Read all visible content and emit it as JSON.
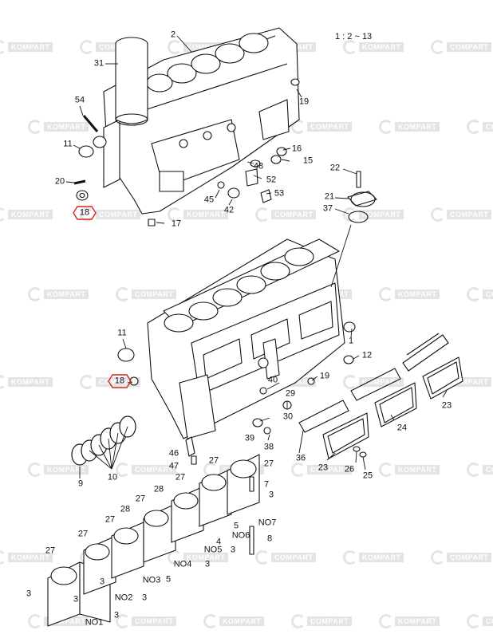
{
  "scale": "1 : 2 ~ 13",
  "watermark": "KOMPART",
  "watermark_alt": "COMPART",
  "highlight_color": "#d9241b",
  "line_color": "#111111",
  "top_labels": {
    "l2": "2",
    "l31": "31",
    "l54": "54",
    "l19a": "19",
    "l11a": "11",
    "l16": "16",
    "l48": "48",
    "l15": "15",
    "l52": "52",
    "l53": "53",
    "l20": "20",
    "l18a": "18",
    "l45": "45",
    "l42": "42",
    "l17": "17",
    "l22": "22",
    "l21": "21",
    "l37": "37"
  },
  "mid_labels": {
    "l11b": "11",
    "l18b": "18",
    "l1": "1",
    "l12": "12",
    "l19b": "19",
    "l40": "40",
    "l29": "29",
    "l30": "30",
    "l39": "39",
    "l38": "38",
    "l23a": "23",
    "l23b": "23",
    "l24": "24",
    "l36": "36",
    "l26": "26",
    "l25": "25",
    "l9": "9",
    "l10": "10",
    "l46": "46",
    "l47": "47"
  },
  "bottom_labels": {
    "l27a": "27",
    "l27b": "27",
    "l27c": "27",
    "l27d": "27",
    "l27e": "27",
    "l27f": "27",
    "l27g": "27",
    "l28a": "28",
    "l28b": "28",
    "l7": "7",
    "l3a": "3",
    "l3b": "3",
    "l3c": "3",
    "l3d": "3",
    "l3e": "3",
    "l3f": "3",
    "l3g": "3",
    "l3h": "3",
    "l5a": "5",
    "l5b": "5",
    "l8": "8",
    "l4": "4",
    "no1": "NO1",
    "no2": "NO2",
    "no3": "NO3",
    "no4": "NO4",
    "no5": "NO5",
    "no6": "NO6",
    "no7": "NO7"
  }
}
